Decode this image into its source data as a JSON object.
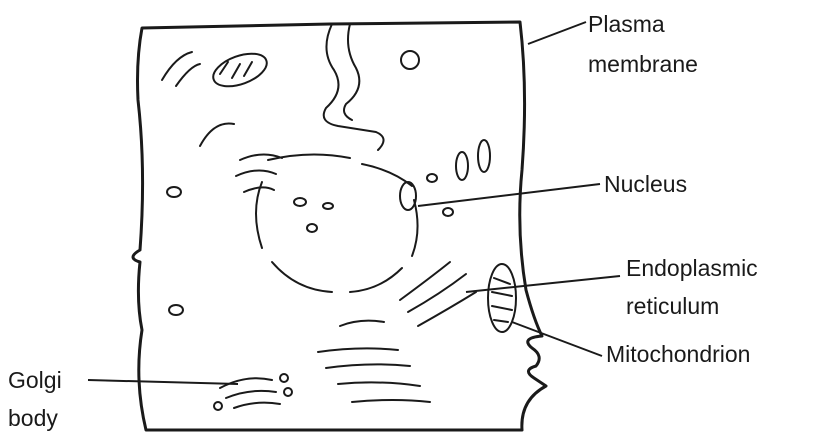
{
  "labels": {
    "plasma_membrane": [
      "Plasma",
      "membrane"
    ],
    "nucleus": "Nucleus",
    "endoplasmic_reticulum": [
      "Endoplasmic",
      "reticulum"
    ],
    "mitochondrion": "Mitochondrion",
    "golgi_body": [
      "Golgi",
      "body"
    ]
  },
  "colors": {
    "ink": "#1a1a1a",
    "background": "#ffffff"
  }
}
